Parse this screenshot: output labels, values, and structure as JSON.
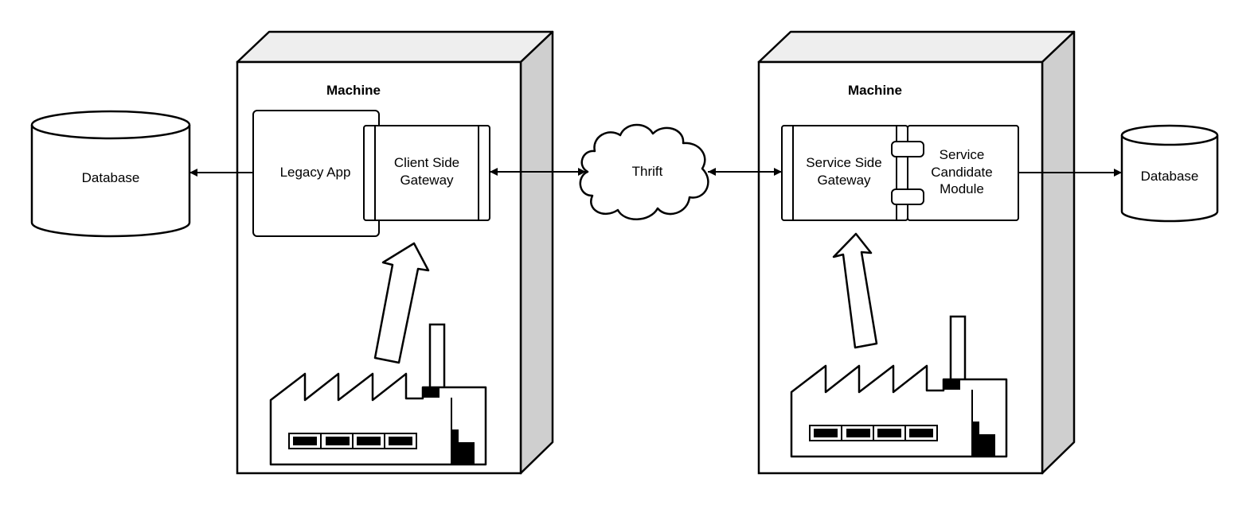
{
  "left_machine": {
    "title": "Machine",
    "legacy_app": "Legacy App",
    "gateway": [
      "Client Side",
      "Gateway"
    ]
  },
  "right_machine": {
    "title": "Machine",
    "gateway": [
      "Service Side",
      "Gateway"
    ],
    "module": [
      "Service",
      "Candidate",
      "Module"
    ]
  },
  "cloud": {
    "label": "Thrift"
  },
  "left_database": {
    "label": "Database"
  },
  "right_database": {
    "label": "Database"
  },
  "colors": {
    "stroke": "#000000",
    "side_face": "#cfcfcf",
    "top_face": "#eeeeee",
    "fill": "#ffffff"
  }
}
